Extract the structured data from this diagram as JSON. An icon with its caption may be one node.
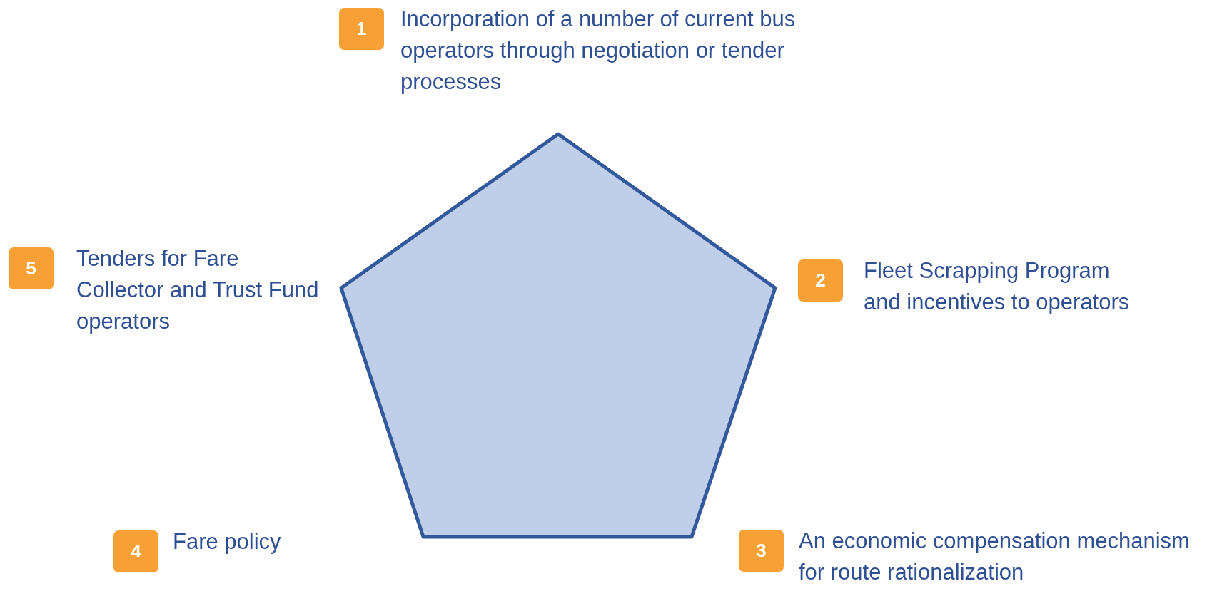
{
  "diagram": {
    "nodes": [
      {
        "text": [],
        "shape": "pentagon"
      },
      {
        "text": [
          "1"
        ],
        "beside": [
          "Incorporation of a number of current bus operators through negotiation or tender processes"
        ]
      },
      {
        "text": [
          "2"
        ],
        "beside": [
          "Fleet Scrapping Program and incentives to operators"
        ]
      },
      {
        "text": [
          "3"
        ],
        "beside": [
          "An economic compensation mechanism for route rationalization"
        ]
      },
      {
        "text": [
          "4"
        ],
        "beside": [
          "Fare policy"
        ]
      },
      {
        "text": [
          "5"
        ],
        "beside": [
          "Tenders for Fare Collector and Trust Fund operators"
        ]
      }
    ],
    "edges": []
  }
}
